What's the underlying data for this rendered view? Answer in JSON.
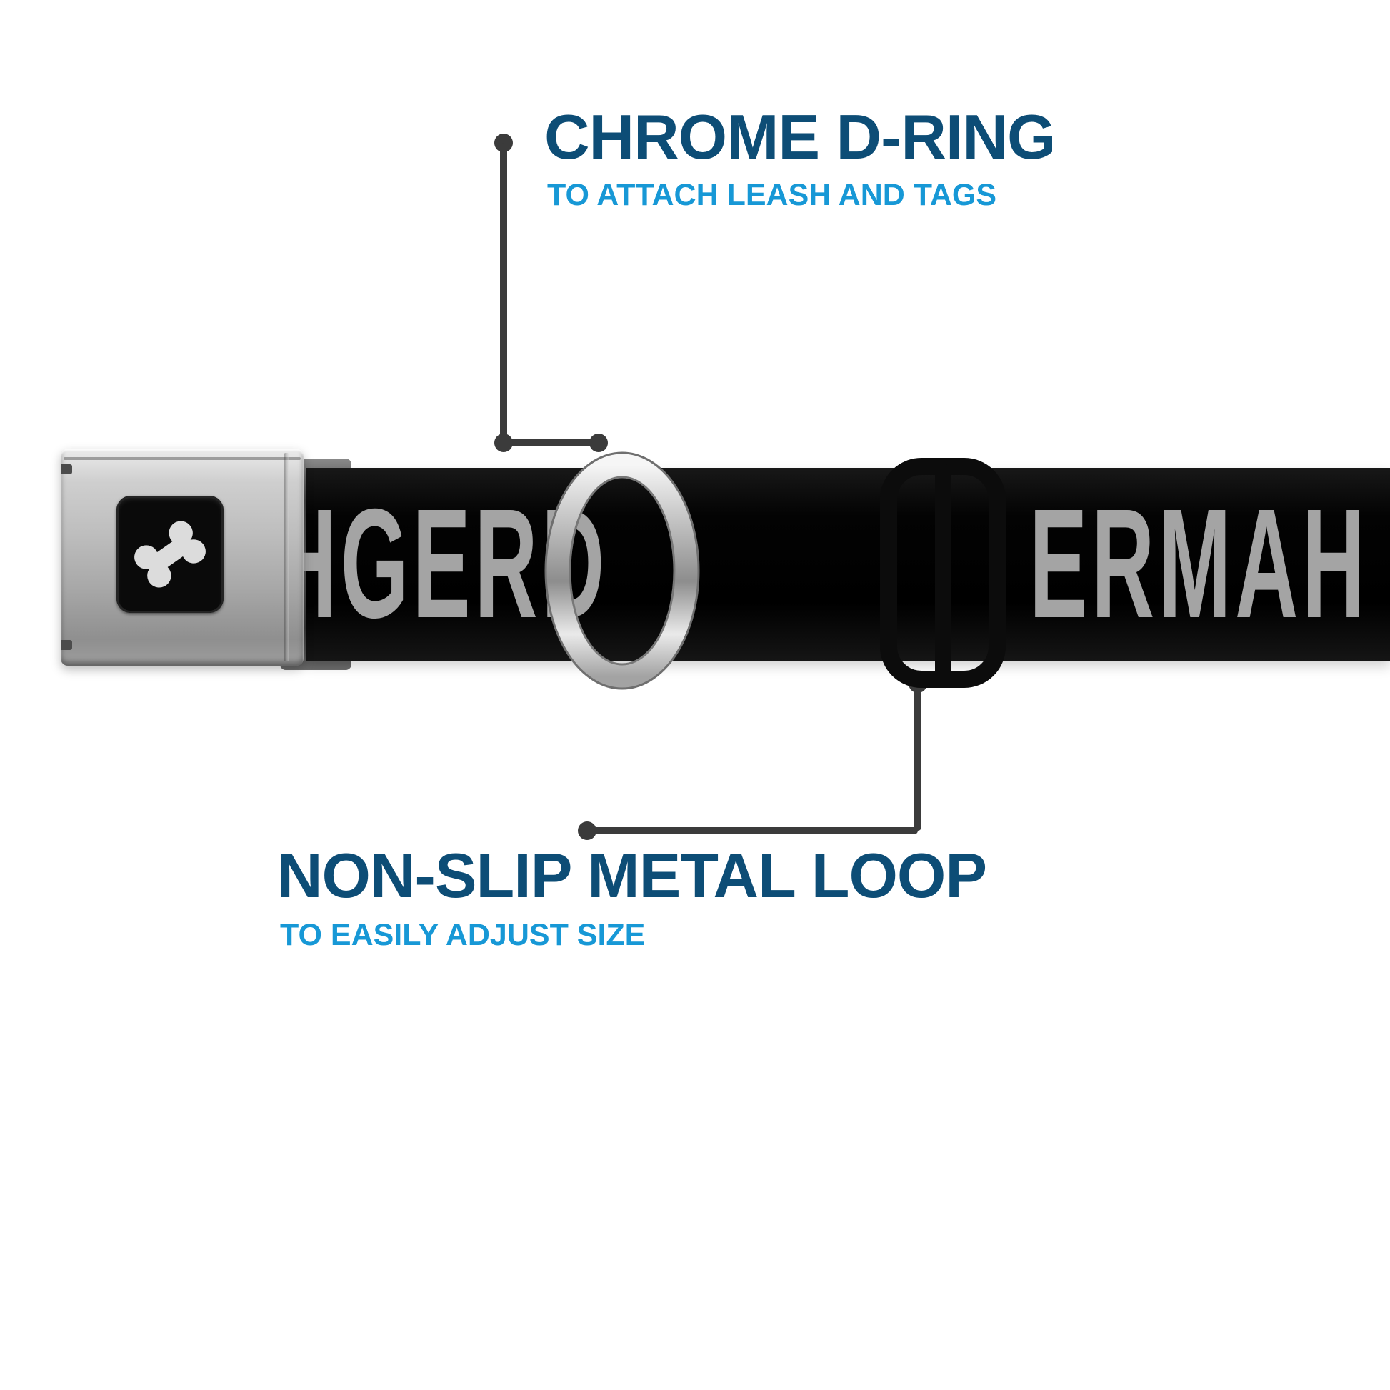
{
  "callouts": {
    "top": {
      "title": "CHROME D-RING",
      "subtitle": "TO ATTACH LEASH AND TAGS"
    },
    "bottom": {
      "title": "NON-SLIP METAL LOOP",
      "subtitle": "TO EASILY ADJUST SIZE"
    }
  },
  "collar": {
    "strap_text_left": "HGERD",
    "strap_text_right": "ERMAH",
    "buckle_icon": "dog-bone-icon",
    "parts": [
      "seatbelt-buckle",
      "collar-strap",
      "chrome-d-ring",
      "metal-loop-slider"
    ]
  },
  "colors": {
    "title_blue": "#0d4d76",
    "subtitle_blue": "#1798d6",
    "connector_gray": "#3b3b3b",
    "strap_black": "#030303",
    "strap_text_gray": "#a4a4a4",
    "buckle_silver": "#bdbdbd"
  }
}
